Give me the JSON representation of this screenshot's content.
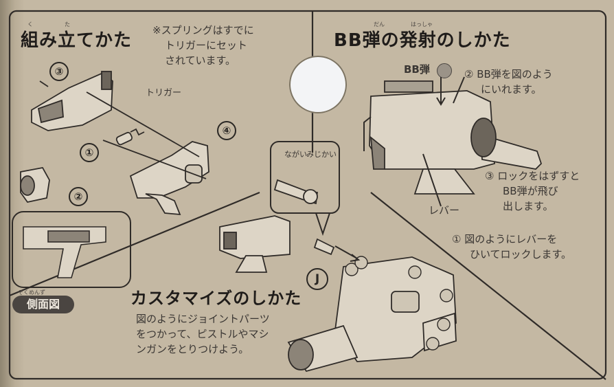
{
  "sections": {
    "assembly": {
      "title": "組み立てかた",
      "note_lines": [
        "※スプリングはすでに",
        "トリガーにセット",
        "されています。"
      ],
      "trigger_label": "トリガー",
      "step_numbers": [
        "③",
        "①",
        "②",
        "④"
      ],
      "side_view_badge": "側面図",
      "ruby": {
        "kumi": "く",
        "ta": "た",
        "side": "そくめんず"
      }
    },
    "firing": {
      "title": "BB弾の発射のしかた",
      "ruby": {
        "dan": "だん",
        "hassha": "はっしゃ"
      },
      "bb_label": "BB弾",
      "step2_lines": [
        "② BB弾を図のよう",
        "にいれます。"
      ],
      "step3_lines": [
        "③ ロックをはずすと",
        "BB弾が飛び",
        "出します。"
      ],
      "lever_label": "レバー",
      "step1_lines": [
        "① 図のようにレバーを",
        "ひいてロックします。"
      ]
    },
    "customize": {
      "title": "カスタマイズのしかた",
      "body_lines": [
        "図のようにジョイントパーツ",
        "をつかって、ピストルやマシ",
        "ンガンをとりつけよう。"
      ],
      "joint_label": "J",
      "bubble_labels": [
        "ながい",
        "みじかい"
      ]
    }
  }
}
